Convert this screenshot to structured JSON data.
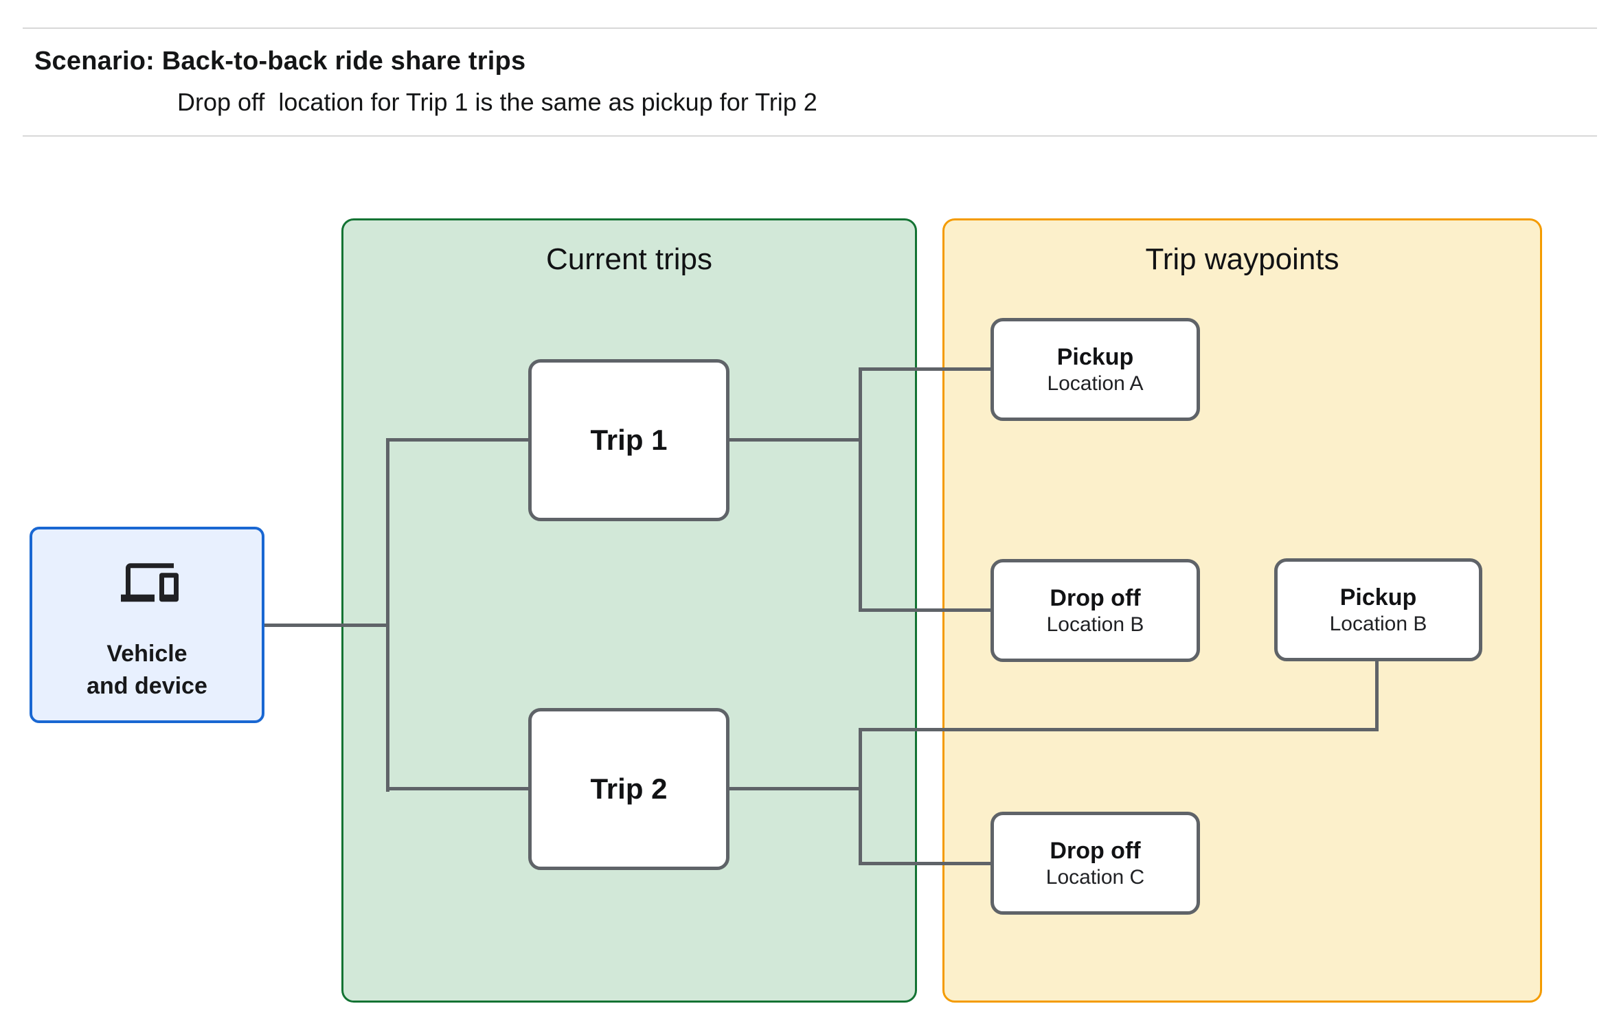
{
  "header": {
    "title": "Scenario: Back-to-back ride share trips",
    "subtitle": "Drop off  location for Trip 1 is the same as pickup for Trip 2"
  },
  "vehicle": {
    "icon": "devices-icon",
    "line1": "Vehicle",
    "line2": "and device"
  },
  "panels": {
    "current": {
      "title": "Current trips",
      "fill": "#d2e8d8",
      "border": "#137333"
    },
    "waypoints": {
      "title": "Trip waypoints",
      "fill": "#fcf0cb",
      "border": "#f49b00"
    }
  },
  "trips": [
    {
      "label": "Trip 1"
    },
    {
      "label": "Trip 2"
    }
  ],
  "waypoints": [
    {
      "type": "Pickup",
      "location": "Location A"
    },
    {
      "type": "Drop off",
      "location": "Location B"
    },
    {
      "type": "Pickup",
      "location": "Location B"
    },
    {
      "type": "Drop off",
      "location": "Location C"
    }
  ],
  "colors": {
    "vehicle_fill": "#e8f0fe",
    "vehicle_border": "#1967d2",
    "node_border": "#5f6368",
    "connector": "#5f6368",
    "text": "#141516",
    "divider": "#d8d8d8"
  }
}
